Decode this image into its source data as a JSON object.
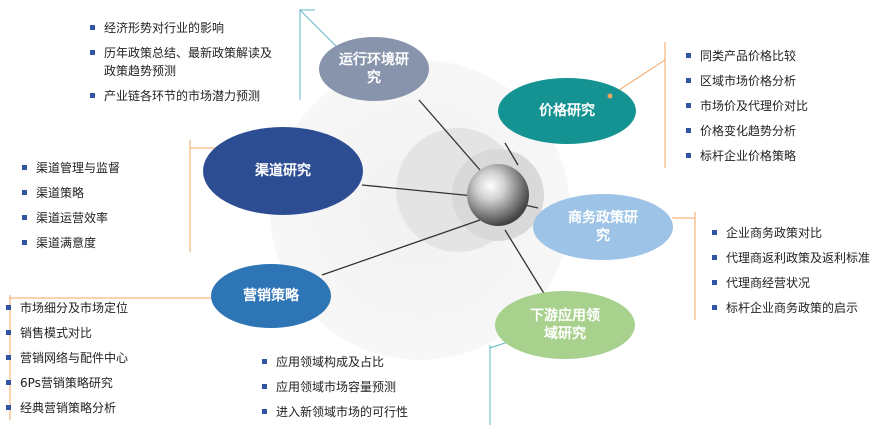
{
  "nodes": {
    "env": {
      "label_line1": "运行环境研",
      "label_line2": "究",
      "color": "#8794ab"
    },
    "price": {
      "label": "价格研究",
      "color": "#159393"
    },
    "channel": {
      "label": "渠道研究",
      "color": "#2d4d93"
    },
    "policy": {
      "label_line1": "商务政策研",
      "label_line2": "究",
      "color": "#9dc3e6"
    },
    "marketing": {
      "label": "营销策略",
      "color": "#2e75b6"
    },
    "downstream": {
      "label_line1": "下游应用领",
      "label_line2": "域研究",
      "color": "#a9d18e"
    }
  },
  "lists": {
    "env": [
      "经济形势对行业的影响",
      "历年政策总结、最新政策解读及",
      "政策趋势预测",
      "产业链各环节的市场潜力预测"
    ],
    "price": [
      "同类产品价格比较",
      "区域市场价格分析",
      "市场价及代理价对比",
      "价格变化趋势分析",
      "标杆企业价格策略"
    ],
    "channel": [
      "渠道管理与监督",
      "渠道策略",
      "渠道运营效率",
      "渠道满意度"
    ],
    "policy": [
      "企业商务政策对比",
      "代理商返利政策及返利标准",
      "代理商经营状况",
      "标杆企业商务政策的启示"
    ],
    "marketing": [
      "市场细分及市场定位",
      "销售模式对比",
      "营销网络与配件中心",
      "6Ps营销策略研究",
      "经典营销策略分析"
    ],
    "downstream": [
      "应用领域构成及占比",
      "应用领域市场容量预测",
      "进入新领域市场的可行性"
    ]
  },
  "colors": {
    "bullet": "#2f55a4",
    "connector": "#333333",
    "bracket_orange": "#f4a460",
    "bracket_teal": "#5fb7c4"
  }
}
